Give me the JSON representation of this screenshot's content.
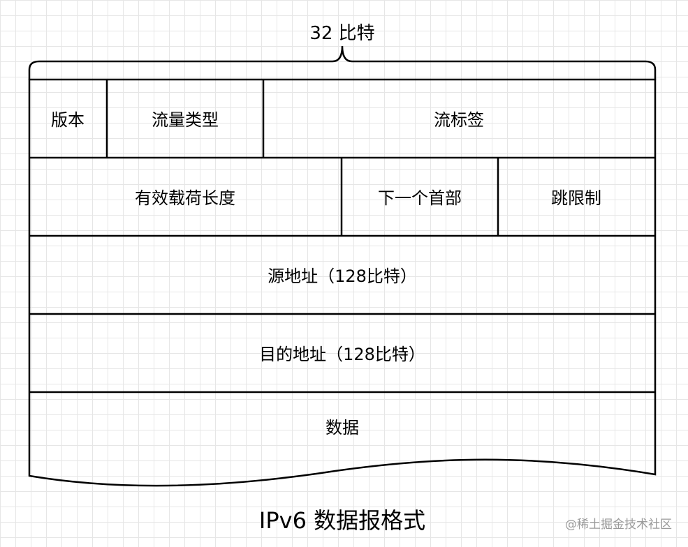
{
  "width_label": "32 比特",
  "rows": [
    [
      "版本",
      "流量类型",
      "流标签"
    ],
    [
      "有效载荷长度",
      "下一个首部",
      "跳限制"
    ],
    [
      "源地址（128比特）"
    ],
    [
      "目的地址（128比特）"
    ],
    [
      "数据"
    ]
  ],
  "title": "IPv6 数据报格式",
  "watermark": "@稀土掘金技术社区",
  "colors": {
    "stroke": "#000000",
    "grid": "#e6e6e6",
    "watermark": "#9a9a9a"
  }
}
